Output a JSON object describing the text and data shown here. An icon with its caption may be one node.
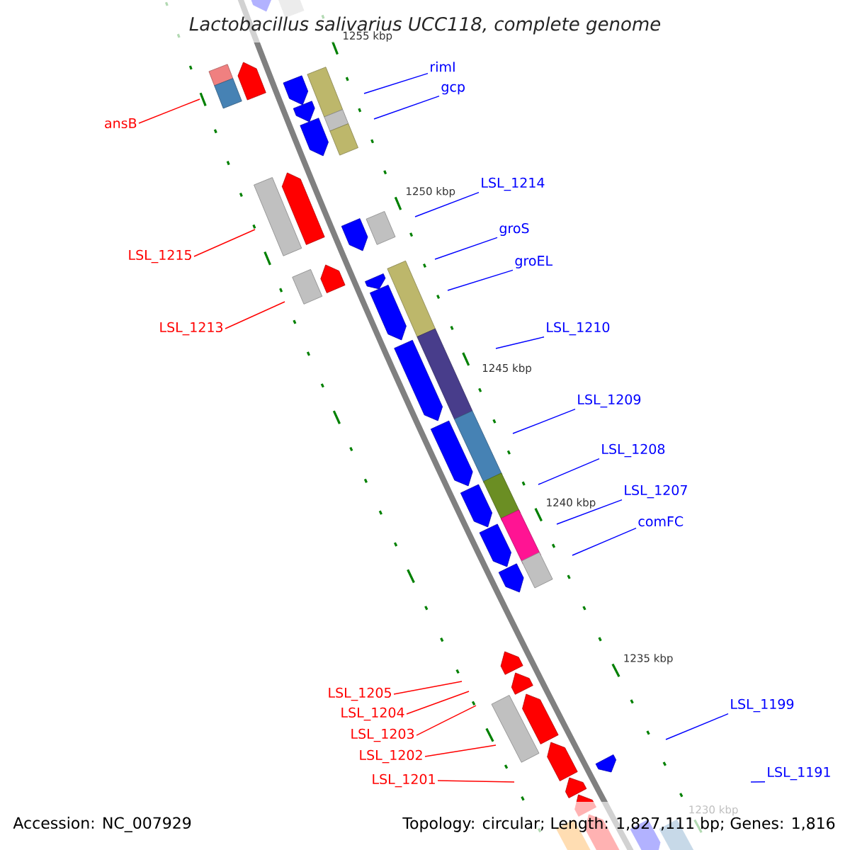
{
  "diagram": {
    "title": "Lactobacillus salivarius UCC118, complete genome",
    "nodes": [
      {
        "text": [
          "rimI"
        ]
      },
      {
        "text": [
          "gcp"
        ]
      },
      {
        "text": [
          "ansB"
        ]
      },
      {
        "text": [
          "LSL_1214"
        ]
      },
      {
        "text": [
          "groS"
        ]
      },
      {
        "text": [
          "LSL_1215"
        ]
      },
      {
        "text": [
          "groEL"
        ]
      },
      {
        "text": [
          "LSL_1213"
        ]
      },
      {
        "text": [
          "LSL_1210"
        ]
      },
      {
        "text": [
          "LSL_1209"
        ]
      },
      {
        "text": [
          "LSL_1208"
        ]
      },
      {
        "text": [
          "LSL_1207"
        ]
      },
      {
        "text": [
          "comFC"
        ]
      },
      {
        "text": [
          "LSL_1205"
        ]
      },
      {
        "text": [
          "LSL_1199"
        ]
      },
      {
        "text": [
          "LSL_1204"
        ]
      },
      {
        "text": [
          "LSL_1203"
        ]
      },
      {
        "text": [
          "LSL_1202"
        ]
      },
      {
        "text": [
          "LSL_1201"
        ]
      },
      {
        "text": [
          "LSL_1191"
        ]
      }
    ],
    "edges": [
      {
        "from": 0,
        "to": null,
        "arrow": "none"
      },
      {
        "from": 1,
        "to": null,
        "arrow": "none"
      },
      {
        "from": 2,
        "to": null,
        "arrow": "none",
        "color": "#ff0000"
      },
      {
        "from": 3,
        "to": null,
        "arrow": "none"
      },
      {
        "from": 4,
        "to": null,
        "arrow": "none"
      },
      {
        "from": 5,
        "to": null,
        "arrow": "none",
        "color": "#ff0000"
      },
      {
        "from": 6,
        "to": null,
        "arrow": "none"
      },
      {
        "from": 7,
        "to": null,
        "arrow": "none",
        "color": "#ff0000"
      },
      {
        "from": 8,
        "to": null,
        "arrow": "none"
      },
      {
        "from": 9,
        "to": null,
        "arrow": "none"
      },
      {
        "from": 10,
        "to": null,
        "arrow": "none"
      },
      {
        "from": 11,
        "to": null,
        "arrow": "none"
      },
      {
        "from": 12,
        "to": null,
        "arrow": "none"
      },
      {
        "from": 13,
        "to": null,
        "arrow": "none",
        "color": "#ff0000"
      },
      {
        "from": 14,
        "to": null,
        "arrow": "none"
      },
      {
        "from": 15,
        "to": null,
        "arrow": "none",
        "color": "#ff0000"
      },
      {
        "from": 16,
        "to": null,
        "arrow": "none",
        "color": "#ff0000"
      },
      {
        "from": 17,
        "to": null,
        "arrow": "none",
        "color": "#ff0000"
      },
      {
        "from": 18,
        "to": null,
        "arrow": "none",
        "color": "#ff0000"
      },
      {
        "from": 19,
        "to": null,
        "arrow": "none"
      }
    ],
    "labels": [
      "1255 kbp",
      "1250 kbp",
      "1245 kbp",
      "1240 kbp",
      "1235 kbp",
      "1230 kbp",
      "Accession: NC_007929",
      "Topology: circular; Length: 1,827,111 bp; Genes: 1,816"
    ]
  }
}
